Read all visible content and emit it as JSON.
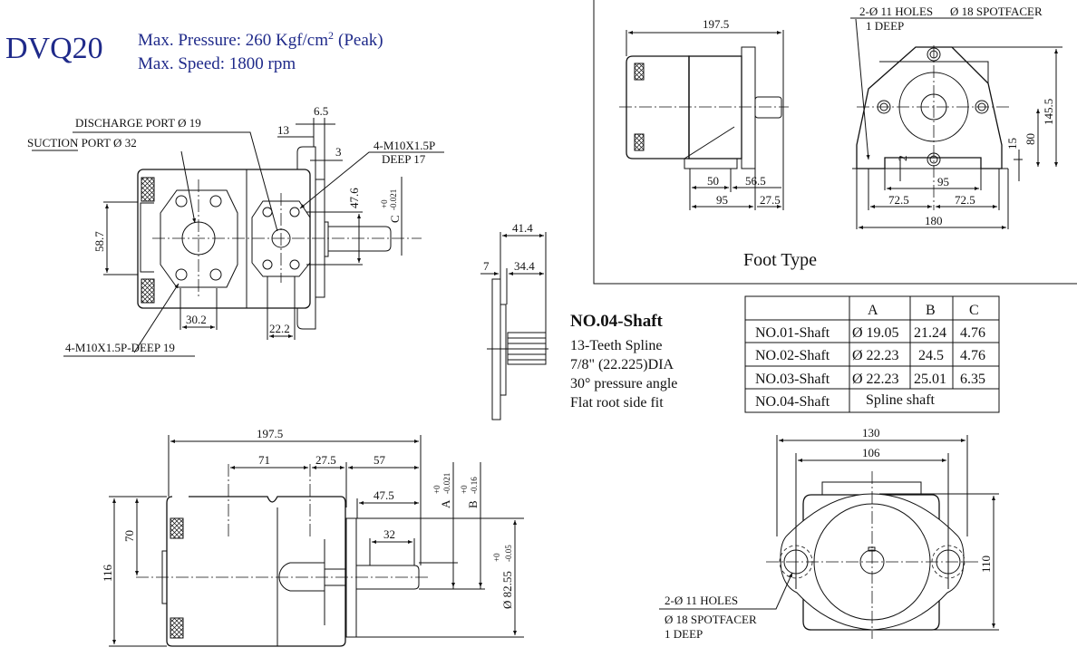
{
  "header": {
    "model": "DVQ20",
    "pressure_prefix": "Max. Pressure: 260 Kgf/cm",
    "pressure_sup": "2",
    "pressure_suffix": "(Peak)",
    "speed": "Max. Speed: 1800 rpm"
  },
  "front_view": {
    "discharge_port": "DISCHARGE PORT Ø 19",
    "suction_port": "SUCTION PORT Ø 32",
    "dim_13": "13",
    "dim_6_5": "6.5",
    "dim_3": "3",
    "thread_right_1": "4-M10X1.5P",
    "thread_right_2": "DEEP 17",
    "dim_47_6": "47.6",
    "dim_c": "C",
    "tol_c_plus": "+0",
    "tol_c_minus": "-0.021",
    "dim_58_7": "58.7",
    "dim_30_2": "30.2",
    "dim_22_2": "22.2",
    "thread_left": "4-M10X1.5P-DEEP 19"
  },
  "foot_type": {
    "title": "Foot Type",
    "dim_197_5": "197.5",
    "dim_50": "50",
    "dim_56_5": "56.5",
    "dim_95_side": "95",
    "dim_27_5": "27.5",
    "holes": "2-Ø 11 HOLES",
    "spotfacer": "Ø 18 SPOTFACER",
    "deep": "1 DEEP",
    "dim_145_5": "145.5",
    "dim_80": "80",
    "dim_15": "15",
    "dim_2": "2",
    "dim_95": "95",
    "dim_72_5_left": "72.5",
    "dim_72_5_right": "72.5",
    "dim_180": "180"
  },
  "spline": {
    "dim_41_4": "41.4",
    "dim_7": "7",
    "dim_34_4": "34.4",
    "title": "NO.04-Shaft",
    "lines": [
      "13-Teeth Spline",
      "7/8\" (22.225)DIA",
      "30° pressure angle",
      "Flat root side fit"
    ]
  },
  "shaft_table": {
    "headers": [
      "",
      "A",
      "B",
      "C"
    ],
    "rows": [
      [
        "NO.01-Shaft",
        "Ø 19.05",
        "21.24",
        "4.76"
      ],
      [
        "NO.02-Shaft",
        "Ø 22.23",
        "24.5",
        "4.76"
      ],
      [
        "NO.03-Shaft",
        "Ø 22.23",
        "25.01",
        "6.35"
      ],
      [
        "NO.04-Shaft",
        "Spline shaft"
      ]
    ]
  },
  "side_view": {
    "dim_197_5": "197.5",
    "dim_71": "71",
    "dim_27_5": "27.5",
    "dim_57": "57",
    "dim_47_5": "47.5",
    "dim_32": "32",
    "dim_116": "116",
    "dim_70": "70",
    "dim_a": "A",
    "tol_a_plus": "+0",
    "tol_a_minus": "-0.021",
    "dim_b": "B",
    "tol_b_plus": "+0",
    "tol_b_minus": "-0.16",
    "dim_82_55": "Ø 82.55",
    "tol_82_plus": "+0",
    "tol_82_minus": "-0.05"
  },
  "flange_view": {
    "dim_130": "130",
    "dim_106": "106",
    "dim_110": "110",
    "holes": "2-Ø 11 HOLES",
    "spotfacer": "Ø 18 SPOTFACER",
    "deep": "1 DEEP"
  }
}
